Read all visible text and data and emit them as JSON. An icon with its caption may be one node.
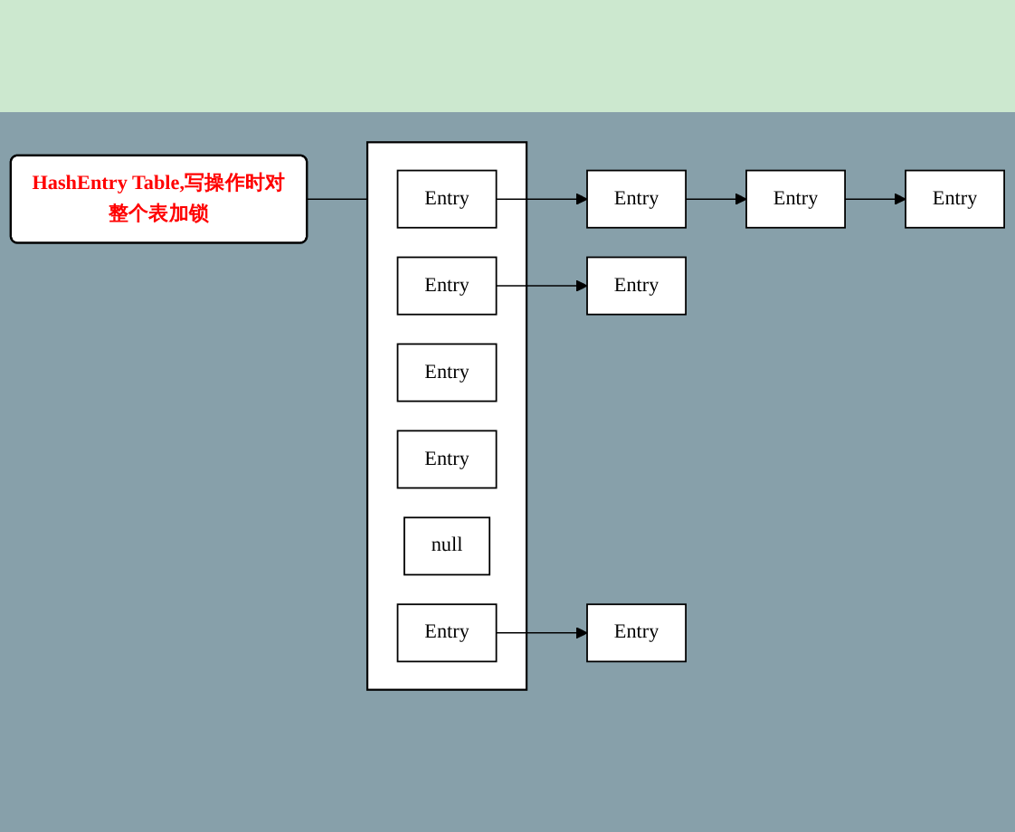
{
  "diagram": {
    "nodes": [
      {
        "text": [
          "HashEntry Table,写操作时对整个表加锁"
        ]
      },
      {
        "text": [],
        "shape": "box"
      },
      {
        "text": [
          "Entry"
        ],
        "in": 1
      },
      {
        "text": [
          "Entry"
        ]
      },
      {
        "text": [
          "Entry"
        ]
      },
      {
        "text": [
          "Entry"
        ]
      },
      {
        "text": [
          "Entry"
        ],
        "in": 1
      },
      {
        "text": [
          "Entry"
        ]
      },
      {
        "text": [
          "Entry"
        ],
        "in": 1
      },
      {
        "text": [
          "Entry"
        ],
        "in": 1
      },
      {
        "text": [
          "null"
        ],
        "in": 1
      },
      {
        "text": [
          "Entry"
        ],
        "in": 1
      },
      {
        "text": [
          "Entry"
        ]
      }
    ],
    "edges": [
      {
        "from": 0,
        "to": 1,
        "arrow": "none"
      },
      {
        "from": 2,
        "to": 3,
        "arrow": "to"
      },
      {
        "from": 3,
        "to": 4,
        "arrow": "to"
      },
      {
        "from": 4,
        "to": 5,
        "arrow": "to"
      },
      {
        "from": 6,
        "to": 7,
        "arrow": "to"
      },
      {
        "from": 11,
        "to": 12,
        "arrow": "to"
      }
    ]
  }
}
